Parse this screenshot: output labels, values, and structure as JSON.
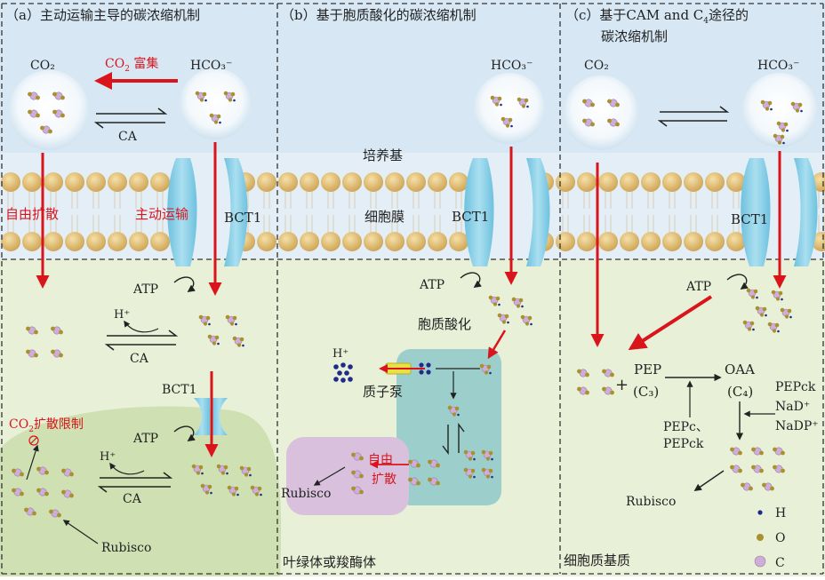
{
  "panels": {
    "a": "（a）主动运输主导的碳浓缩机制",
    "b": "（b）基于胞质酸化的碳浓缩机制",
    "c": {
      "line1_pre": "（c）基于CAM and C",
      "line1_sub": "4",
      "line1_post": "途径的",
      "line2": "碳浓缩机制"
    }
  },
  "labels": {
    "co2": "CO₂",
    "hco3": "HCO₃⁻",
    "co2_enrich": {
      "pre": "CO",
      "sub": "2",
      "post": " 富集"
    },
    "ca": "CA",
    "free_diffusion": "自由扩散",
    "active_transport": "主动运输",
    "bct1": "BCT1",
    "medium": "培养基",
    "cell_membrane": "细胞膜",
    "atp": "ATP",
    "h_plus": "H⁺",
    "co2_diff_limit": {
      "pre": "CO",
      "sub": "2",
      "post": "扩散限制"
    },
    "rubisco": "Rubisco",
    "cyto_acid": "胞质酸化",
    "proton_pump": "质子泵",
    "free_diff_1": "自由",
    "free_diff_2": "扩散",
    "chloroplast": "叶绿体或羧酶体",
    "pep": "PEP",
    "c3": "(C₃)",
    "oaa": "OAA",
    "c4": "(C₄)",
    "pepc": "PEPc、",
    "pepck": "PEPck",
    "pepck2": "PEPck",
    "nad": "NaD⁺",
    "nadp": "NaDP⁺",
    "cytoplasm": "细胞质基质",
    "plus": "+"
  },
  "legend": [
    {
      "label": "H",
      "color": "#1f2a8a"
    },
    {
      "label": "O",
      "color": "#a8912e"
    },
    {
      "label": "C",
      "color": "#cdaed8"
    }
  ],
  "colors": {
    "medium_bg": "#d7e8f4",
    "cyto_bg": "#e9f0d8",
    "chloroplast": "#cfe1b3",
    "teal_box": "#9ccfcc",
    "purple_box": "#d9c1de",
    "membrane_bead": "#e4c27c",
    "red_arrow": "#d9141b",
    "bct1": "#8fd0e6"
  }
}
